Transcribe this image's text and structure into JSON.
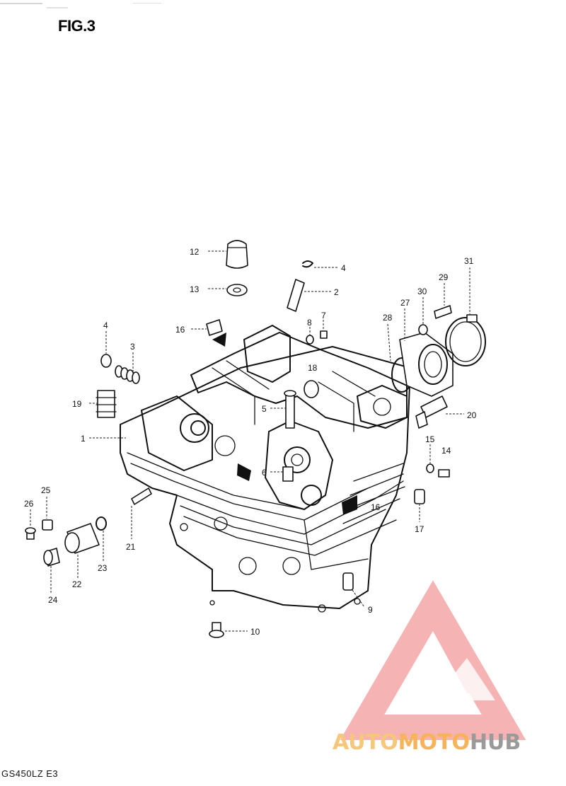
{
  "figure": {
    "title": "FIG.3",
    "model_code": "GS450LZ  E3"
  },
  "part_labels": [
    {
      "id": "p12",
      "text": "12"
    },
    {
      "id": "p4a",
      "text": "4"
    },
    {
      "id": "p13",
      "text": "13"
    },
    {
      "id": "p2",
      "text": "2"
    },
    {
      "id": "p16a",
      "text": "16"
    },
    {
      "id": "p8",
      "text": "8"
    },
    {
      "id": "p7",
      "text": "7"
    },
    {
      "id": "p4b",
      "text": "4"
    },
    {
      "id": "p3",
      "text": "3"
    },
    {
      "id": "p18",
      "text": "18"
    },
    {
      "id": "p19",
      "text": "19"
    },
    {
      "id": "p5",
      "text": "5"
    },
    {
      "id": "p1",
      "text": "1"
    },
    {
      "id": "p6",
      "text": "6"
    },
    {
      "id": "p28",
      "text": "28"
    },
    {
      "id": "p27",
      "text": "27"
    },
    {
      "id": "p30",
      "text": "30"
    },
    {
      "id": "p29",
      "text": "29"
    },
    {
      "id": "p31",
      "text": "31"
    },
    {
      "id": "p20",
      "text": "20"
    },
    {
      "id": "p15",
      "text": "15"
    },
    {
      "id": "p14",
      "text": "14"
    },
    {
      "id": "p16b",
      "text": "16"
    },
    {
      "id": "p17",
      "text": "17"
    },
    {
      "id": "p25",
      "text": "25"
    },
    {
      "id": "p26",
      "text": "26"
    },
    {
      "id": "p21",
      "text": "21"
    },
    {
      "id": "p23",
      "text": "23"
    },
    {
      "id": "p22",
      "text": "22"
    },
    {
      "id": "p24",
      "text": "24"
    },
    {
      "id": "p9",
      "text": "9"
    },
    {
      "id": "p10",
      "text": "10"
    }
  ],
  "watermark": {
    "part1": "AUTO",
    "part2": "MOTO",
    "part3": "HUB",
    "logo_color": "#f29a9a"
  }
}
